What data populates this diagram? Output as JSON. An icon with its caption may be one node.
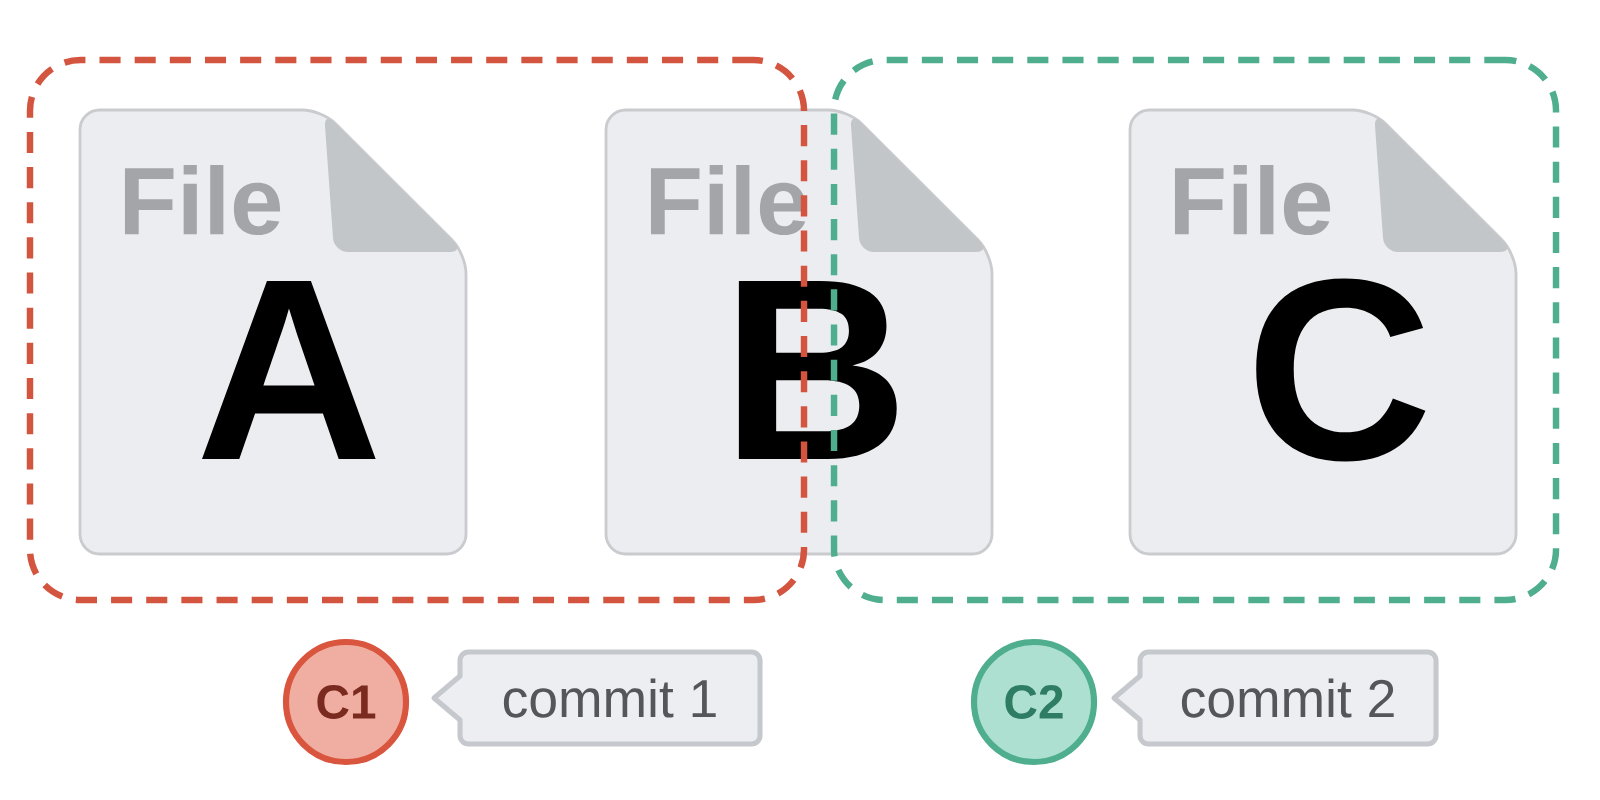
{
  "diagram": {
    "nodes": [
      {
        "text": [],
        "shape": "box"
      },
      {
        "text": [
          "File",
          "A"
        ],
        "in": 0
      },
      {
        "text": [],
        "shape": "box"
      },
      {
        "text": [
          "File",
          "B"
        ]
      },
      {
        "text": [
          "File",
          "C"
        ],
        "in": 2
      },
      {
        "text": [
          "C1"
        ]
      },
      {
        "text": [
          "commit 1"
        ]
      },
      {
        "text": [
          "C2"
        ]
      },
      {
        "text": [
          "commit 2"
        ]
      }
    ],
    "edges": []
  }
}
